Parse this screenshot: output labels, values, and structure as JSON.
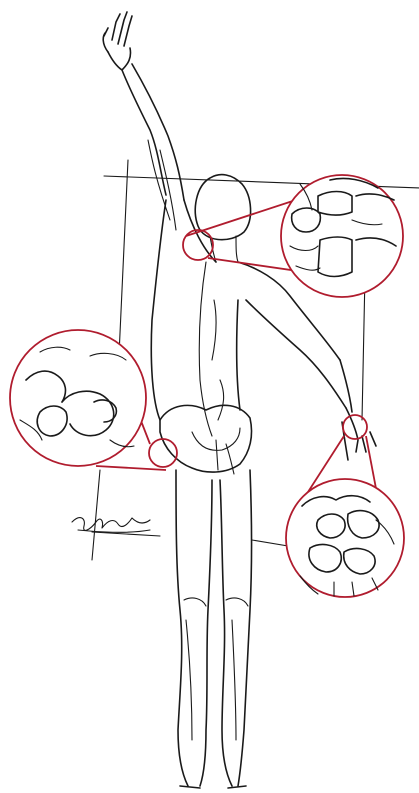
{
  "artwork": {
    "subject": "anatomical-back-view-figure",
    "colors": {
      "ink": "#1a1a1a",
      "magnifier_ring": "#b01c2e",
      "paper": "#ffffff"
    },
    "callouts": [
      "spine-vertebrae-detail",
      "hip-joint-detail",
      "wrist-carpal-bones-detail"
    ]
  }
}
